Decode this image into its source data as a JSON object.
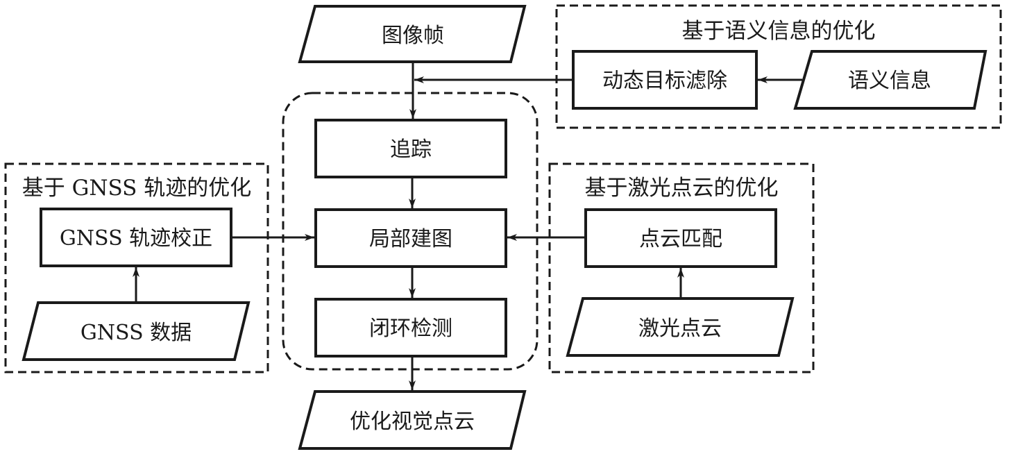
{
  "groups": {
    "semantic": {
      "title": "基于语义信息的优化"
    },
    "gnss": {
      "title": "基于 GNSS 轨迹的优化"
    },
    "lidar": {
      "title": "基于激光点云的优化"
    }
  },
  "nodes": {
    "image_frame": "图像帧",
    "dynamic_filter": "动态目标滤除",
    "semantic_info": "语义信息",
    "tracking": "追踪",
    "local_mapping": "局部建图",
    "loop_closure": "闭环检测",
    "optimized_cloud": "优化视觉点云",
    "gnss_correction": "GNSS 轨迹校正",
    "gnss_data": "GNSS 数据",
    "cloud_matching": "点云匹配",
    "lidar_cloud": "激光点云"
  },
  "edges": [
    {
      "from": "image_frame",
      "to": "tracking"
    },
    {
      "from": "semantic_info",
      "to": "dynamic_filter"
    },
    {
      "from": "dynamic_filter",
      "to": "image_frame-tracking-link"
    },
    {
      "from": "tracking",
      "to": "local_mapping"
    },
    {
      "from": "local_mapping",
      "to": "loop_closure"
    },
    {
      "from": "loop_closure",
      "to": "optimized_cloud"
    },
    {
      "from": "gnss_data",
      "to": "gnss_correction"
    },
    {
      "from": "gnss_correction",
      "to": "local_mapping"
    },
    {
      "from": "lidar_cloud",
      "to": "cloud_matching"
    },
    {
      "from": "cloud_matching",
      "to": "local_mapping"
    }
  ]
}
